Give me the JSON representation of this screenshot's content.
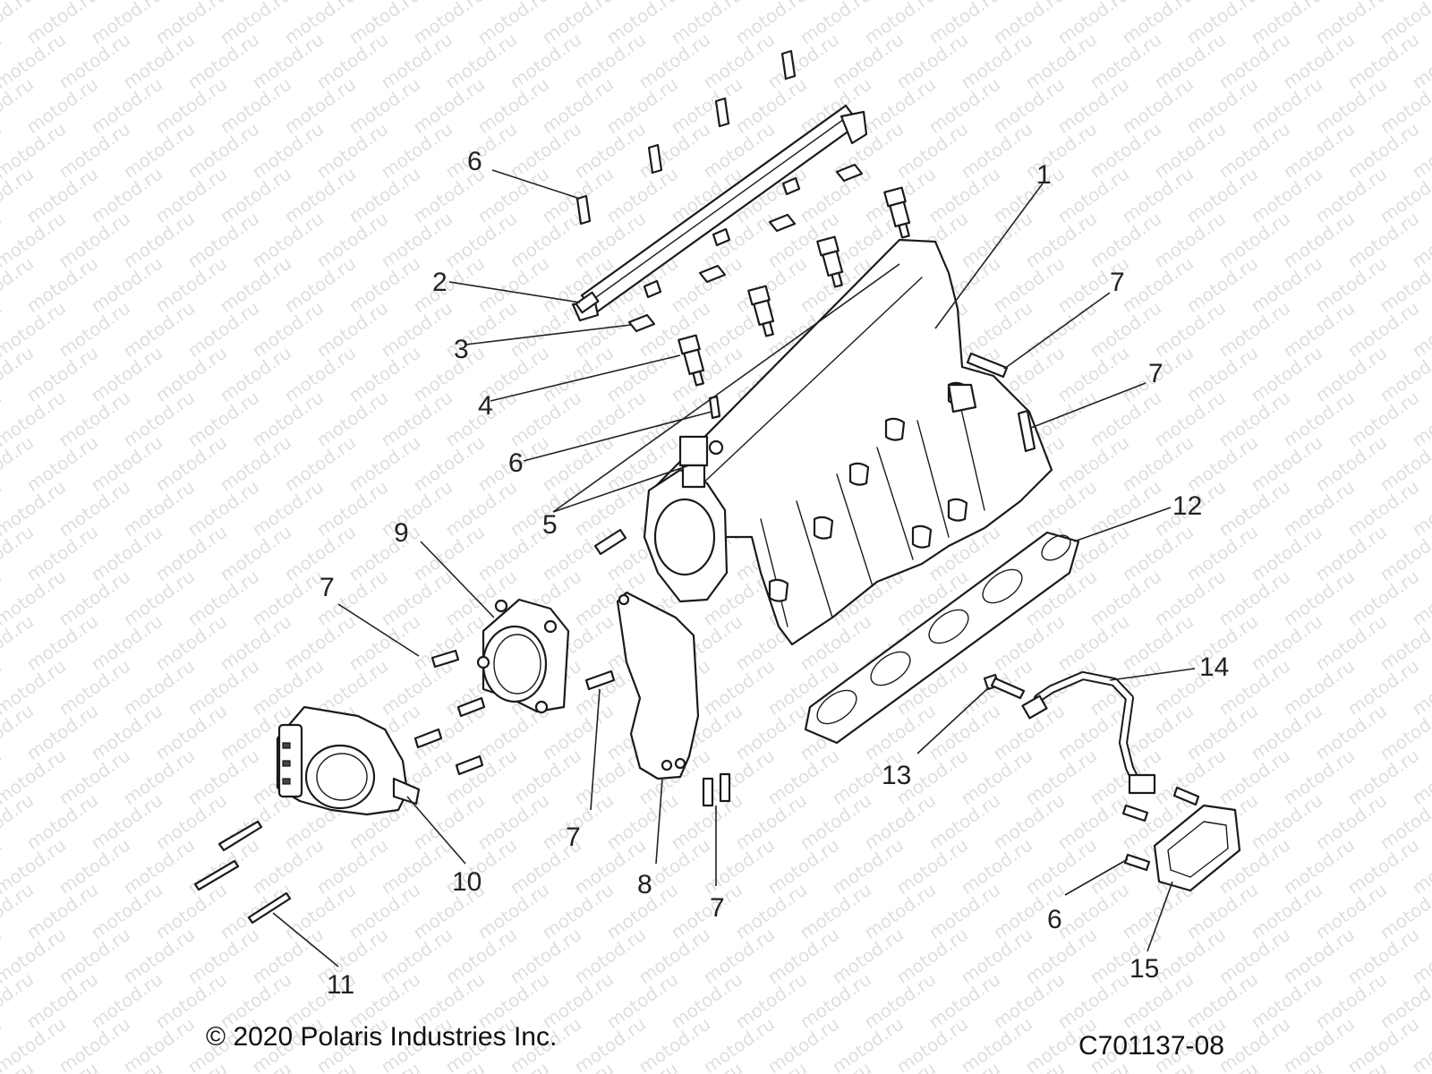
{
  "watermark_text": "motod.ru",
  "copyright": "© 2020 Polaris Industries Inc.",
  "diagram_id": "C701137-08",
  "callouts": [
    "1",
    "2",
    "3",
    "4",
    "5",
    "6",
    "7",
    "8",
    "9",
    "10",
    "11",
    "12",
    "13",
    "14",
    "15"
  ]
}
